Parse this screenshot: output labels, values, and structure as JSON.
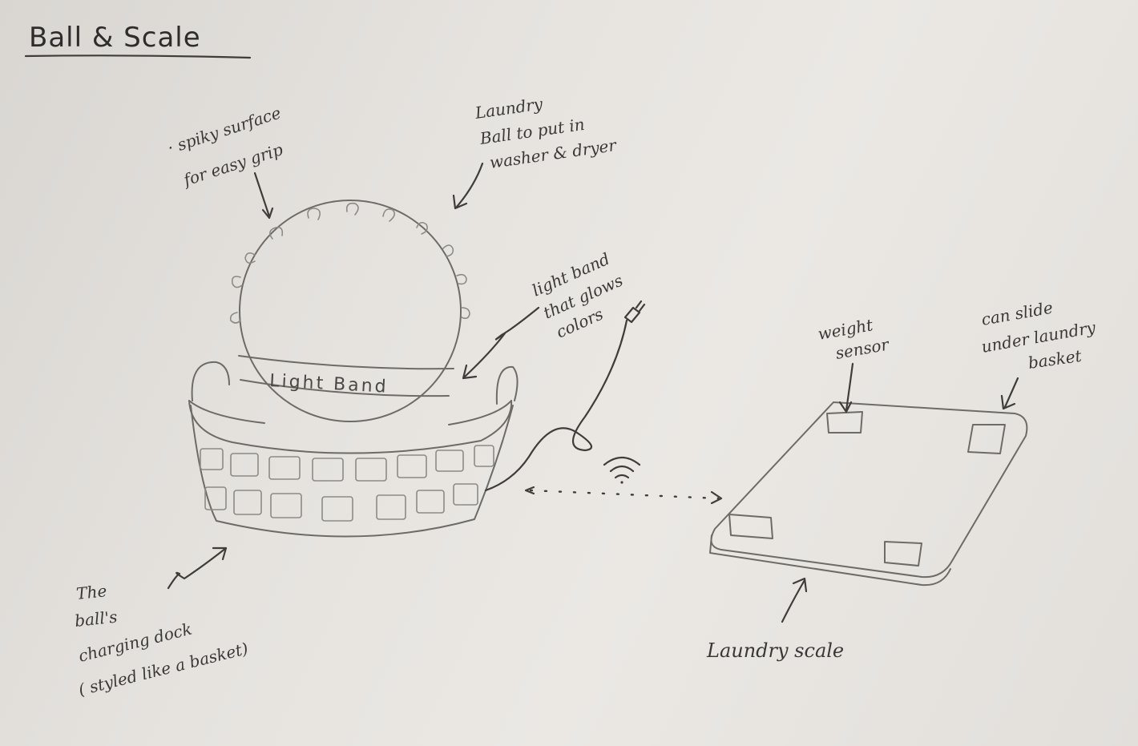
{
  "title": "Ball & Scale",
  "labels": {
    "spiky_surface": [
      "· spiky surface",
      "for easy grip"
    ],
    "laundry_ball": [
      "Laundry",
      "Ball to put in",
      "washer & dryer"
    ],
    "light_band_note": [
      "light band",
      "that glows",
      "colors"
    ],
    "light_band_text": "Light Band",
    "charging_dock": [
      "The",
      "ball's",
      "charging dock",
      "( styled like a basket)"
    ],
    "weight_sensor": [
      "weight",
      "sensor"
    ],
    "can_slide": [
      "can slide",
      "under laundry",
      "basket"
    ],
    "laundry_scale": "Laundry scale"
  },
  "colors": {
    "paper": "#e6e3df",
    "pencil": "#6e6b67",
    "ink": "#3a3836"
  },
  "icons": {
    "wifi": "wifi-icon",
    "plug": "plug-icon"
  }
}
